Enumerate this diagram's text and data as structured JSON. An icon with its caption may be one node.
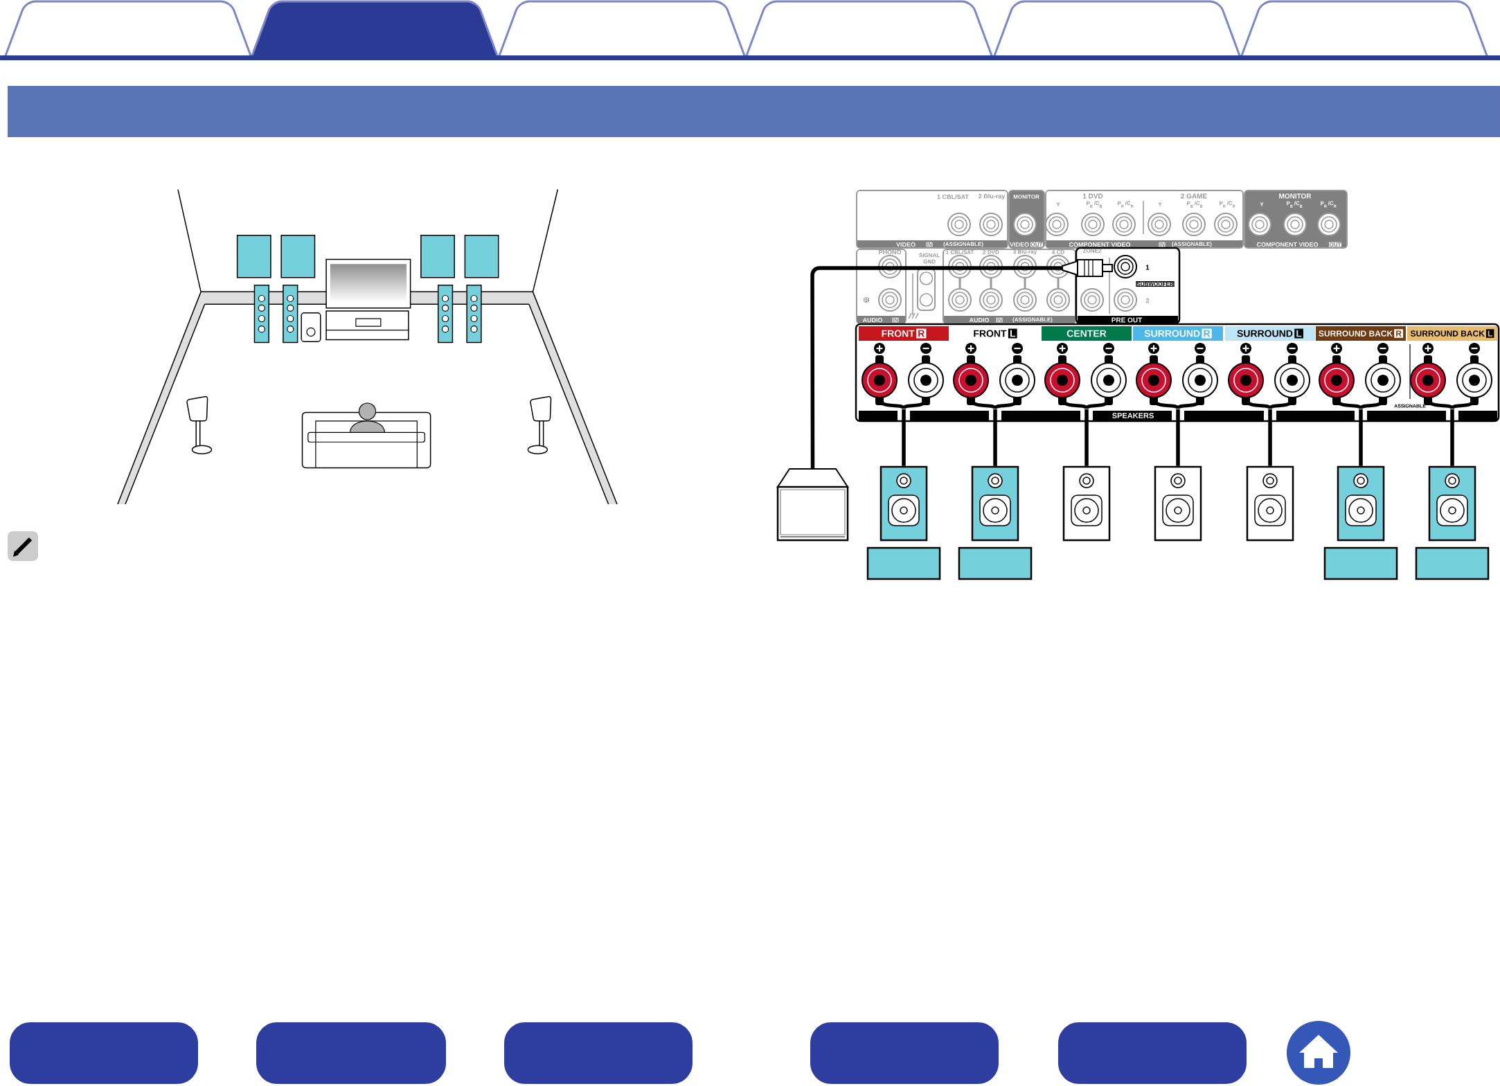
{
  "diagram": {
    "nodes": [
      {
        "text": [
          "FRONT",
          "R"
        ]
      },
      {
        "text": [
          "FRONT",
          "L"
        ]
      },
      {
        "text": [
          "CENTER"
        ]
      },
      {
        "text": [
          "SURROUND",
          "R"
        ]
      },
      {
        "text": [
          "SURROUND",
          "L"
        ]
      },
      {
        "text": [
          "SURROUND BACK",
          "R"
        ]
      },
      {
        "text": [
          "SURROUND BACK",
          "L"
        ]
      },
      {
        "text": [
          "ZONE2",
          "1",
          "SUBWOOFER",
          "2",
          "PRE OUT"
        ]
      },
      {
        "text": [],
        "shape": "subwoofer"
      },
      {
        "text": [],
        "shape": "speaker"
      },
      {
        "text": [],
        "shape": "speaker"
      },
      {
        "text": [],
        "shape": "speaker"
      },
      {
        "text": [],
        "shape": "speaker"
      },
      {
        "text": [],
        "shape": "speaker"
      },
      {
        "text": [],
        "shape": "speaker"
      },
      {
        "text": [],
        "shape": "speaker"
      },
      {
        "text": [],
        "shape": "box"
      },
      {
        "text": [],
        "shape": "box"
      },
      {
        "text": [],
        "shape": "box"
      },
      {
        "text": [],
        "shape": "box"
      }
    ],
    "edges": [
      {
        "from": 0,
        "to": 9,
        "arrow": "none"
      },
      {
        "from": 1,
        "to": 10,
        "arrow": "none"
      },
      {
        "from": 2,
        "to": 11,
        "arrow": "none"
      },
      {
        "from": 3,
        "to": 12,
        "arrow": "none"
      },
      {
        "from": 4,
        "to": 13,
        "arrow": "none"
      },
      {
        "from": 5,
        "to": 14,
        "arrow": "none"
      },
      {
        "from": 6,
        "to": 15,
        "arrow": "none"
      },
      {
        "from": 7,
        "to": 8,
        "arrow": "other"
      }
    ],
    "labels": [
      "1 CBL/SAT",
      "2 Blu-ray",
      "MONITOR",
      "VIDEO",
      "IN",
      "(ASSIGNABLE)",
      "VIDEO",
      "OUT",
      "1 DVD",
      "Y",
      "P$_{B}$/C$_{B}$",
      "P$_{R}$/C$_{R}$",
      "2 GAME",
      "Y",
      "P$_{B}$/C$_{B}$",
      "P$_{R}$/C$_{R}$",
      "COMPONENT VIDEO",
      "IN",
      "(ASSIGNABLE)",
      "MONITOR",
      "Y",
      "P$_{B}$/C$_{B}$",
      "P$_{R}$/C$_{R}$",
      "COMPONENT VIDEO",
      "OUT",
      "PHONO",
      "SIGNAL GND",
      "R",
      "AUDIO",
      "IN",
      "1 CBL/SAT",
      "2 DVD",
      "3 Blu-ray",
      "4 CD",
      "AUDIO",
      "IN",
      "(ASSIGNABLE)",
      "ASSIGNABLE",
      "SPEAKERS"
    ]
  }
}
